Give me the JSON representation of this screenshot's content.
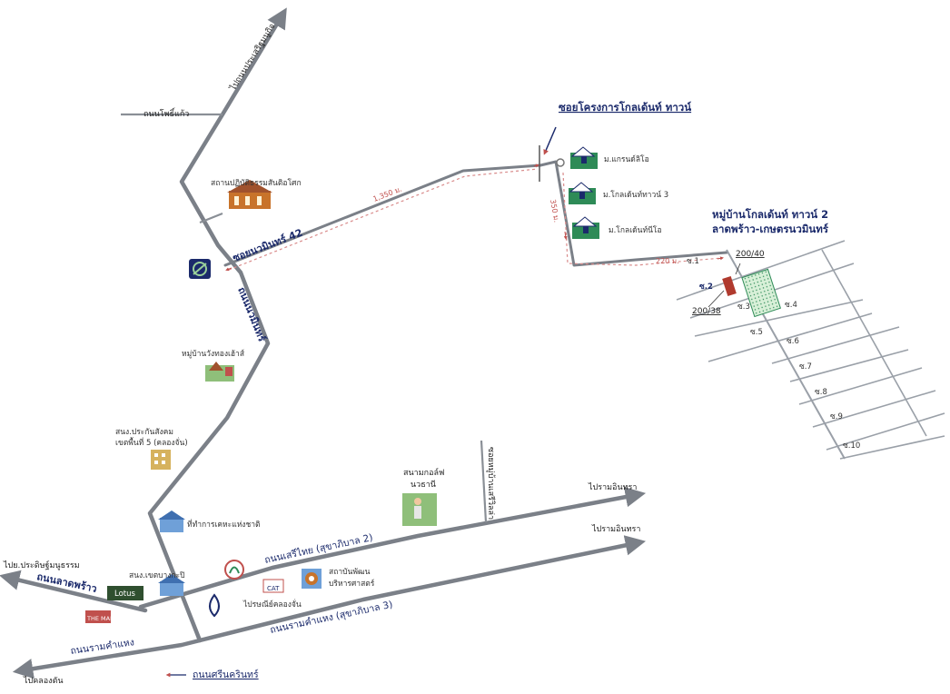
{
  "roads": {
    "pracha_uthit_top": "ไปถนนประเสริฐมนูกิจ",
    "nuanchan": "ถนนโพธิ์แก้ว",
    "nawamin": "ถนนนวมินทร์",
    "soi_nawamin_42": "ซอยนวมินทร์ 42",
    "seri_thai": "ถนนเสรีไทย (สุขาภิบาล 2)",
    "ramkhamhaeng": "ถนนรามคำแหง (สุขาภิบาล 3)",
    "ramkhamhaeng_left": "ถนนรามคำแหง",
    "lat_phrao": "ถนนลาดพร้าว",
    "srinakarin": "ถนนศรีนครินทร์",
    "soi_vertical": "ซอยหมู่บ้านเสรีวิลล่า",
    "to_ramintra_1": "ไปรามอินทรา",
    "to_ramintra_2": "ไปรามอินทรา",
    "to_pracha": "ไปย.ประดิษฐ์มนูธรรม",
    "to_khlongton": "ไปคลองตัน"
  },
  "distances": {
    "d1": "1,350 ม.",
    "d2": "350 ม.",
    "d3": "220 ม."
  },
  "landmarks": {
    "temple": "สถานปฏิบัติธรรมสันติอโศก",
    "village_wang": "หมู่บ้านวังทองเฮ้าส์",
    "social_security": "สนง.ประกันสังคม",
    "social_security_2": "เขตพื้นที่ 5 (คลองจั่น)",
    "housing": "ที่ทำการเคหะแห่งชาติ",
    "district_office": "สนง.เขตบางกะปิ",
    "golf": "สนามกอล์ฟ",
    "golf_2": "นวธานี",
    "institute": "สถาบันพัฒน",
    "institute_2": "บริหารศาสตร์",
    "post": "ไปรษณีย์คลองจั่น",
    "lotus": "Lotus",
    "mall": "THE MALL",
    "cat": "CAT"
  },
  "project": {
    "soi_title": "ซอยโครงการโกลเด้นท์ ทาวน์",
    "v1": "ม.แกรนด์ลิโอ",
    "v2": "ม.โกลเด้นท์ทาวน์ 3",
    "v3": "ม.โกลเด้นท์นีโอ",
    "title_1": "หมู่บ้านโกลเด้นท์ ทาวน์ 2",
    "title_2": "ลาดพร้าว-เกษตรนวมินทร์",
    "lot_a": "200/40",
    "lot_b": "200/38"
  },
  "lanes": {
    "s1": "ซ.1",
    "s2": "ซ.2",
    "s3": "ซ.3",
    "s4": "ซ.4",
    "s5": "ซ.5",
    "s6": "ซ.6",
    "s7": "ซ.7",
    "s8": "ซ.8",
    "s9": "ซ.9",
    "s10": "ซ.10"
  },
  "colors": {
    "road": "#7b8088",
    "label": "#1b2a6b",
    "route": "#d98b8b",
    "plot_green": "#2e8b57"
  }
}
